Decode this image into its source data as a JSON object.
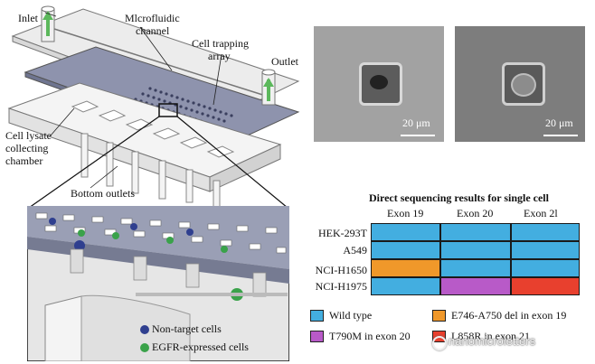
{
  "device": {
    "labels": {
      "inlet": "Inlet",
      "channel_1": "Mlcrofluidic",
      "channel_2": "channel",
      "trap_1": "Cell trapping",
      "trap_2": "array",
      "outlet": "Outlet",
      "lysate_1": "Cell lysate",
      "lysate_2": "collecting",
      "lysate_3": "chamber",
      "bottom": "Bottom outlets"
    },
    "legend": {
      "non_target": "Non-target cells",
      "egfr": "EGFR-expressed cells"
    },
    "colors": {
      "non_target": "#2f3f8f",
      "egfr": "#3aa24a"
    }
  },
  "micrographs": [
    {
      "scale_label": "20 μm"
    },
    {
      "scale_label": "20 μm"
    }
  ],
  "sequencing": {
    "title": "Direct sequencing results for single cell",
    "columns": [
      "Exon 19",
      "Exon 20",
      "Exon 2l"
    ],
    "rows": [
      "HEK-293T",
      "A549",
      "NCI-H1650",
      "NCI-H1975"
    ],
    "cells": [
      [
        "wild",
        "wild",
        "wild"
      ],
      [
        "wild",
        "wild",
        "wild"
      ],
      [
        "del19",
        "wild",
        "wild"
      ],
      [
        "wild",
        "t790m",
        "l858r"
      ]
    ],
    "legend": [
      {
        "key": "wild",
        "label": "Wild type",
        "color": "#43aee0"
      },
      {
        "key": "del19",
        "label": "E746-A750 del in exon 19",
        "color": "#f0982a"
      },
      {
        "key": "t790m",
        "label": "T790M in exon 20",
        "color": "#b85ac8"
      },
      {
        "key": "l858r",
        "label": "L858R in exon 21",
        "color": "#e8402e"
      }
    ]
  },
  "watermark": "nanomicroletters"
}
